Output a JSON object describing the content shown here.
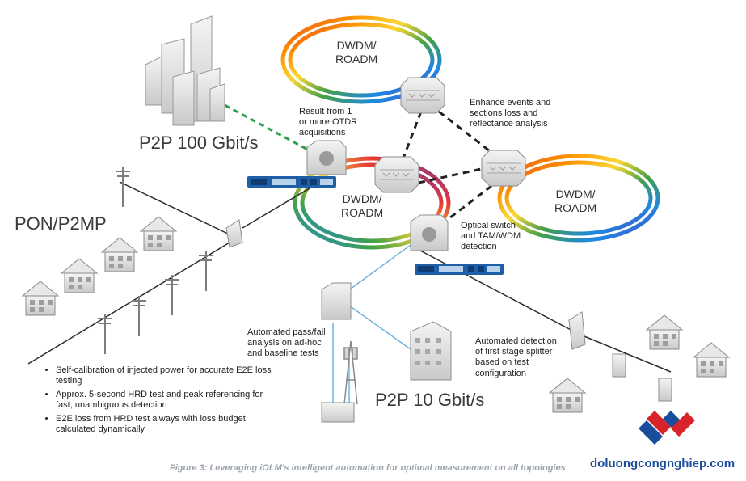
{
  "rings": [
    {
      "label": "DWDM/\nROADM"
    },
    {
      "label": "DWDM/\nROADM"
    },
    {
      "label": "DWDM/\nROADM"
    }
  ],
  "labels": {
    "p2p100": "P2P 100 Gbit/s",
    "pon": "PON/P2MP",
    "p2p10": "P2P 10 Gbit/s",
    "result_otdr": "Result from 1\nor more OTDR\nacquisitions",
    "enhance_events": "Enhance events and\nsections loss and\nreflectance analysis",
    "optical_switch": "Optical switch\nand TAM/WDM\ndetection",
    "pass_fail": "Automated pass/fail\nanalysis on ad-hoc\nand baseline tests",
    "splitter_detect": "Automated detection\nof first stage splitter\nbased on test\nconfiguration"
  },
  "bullets": [
    "Self-calibration of injected power for accurate E2E loss testing",
    "Approx. 5-second HRD test and peak referencing for fast, unambiguous detection",
    "E2E loss from HRD test always with loss budget calculated dynamically"
  ],
  "caption": "Figure 3: Leveraging iOLM's intelligent automation for optimal measurement on all topologies",
  "brand": "doluongcongnghiep.com",
  "colors": {
    "ring_gradient": [
      "#e53935",
      "#fb8c00",
      "#fdd835",
      "#43a047",
      "#1e88e5",
      "#5e35b1"
    ],
    "dashed_link": "#222222",
    "green_link": "#2e9e4f",
    "blue_link": "#6fb3e0",
    "equipment_blue": "#1f5fa8",
    "caption": "#9aa3ab",
    "brand_red": "#d9232a",
    "brand_blue": "#1a4c9c"
  },
  "icons": [
    "building-icon",
    "house-icon",
    "utility-pole-icon",
    "splitter-icon",
    "roadm-node-icon",
    "otdr-unit-icon",
    "cell-tower-icon",
    "cabinet-icon",
    "brand-logo-icon"
  ]
}
